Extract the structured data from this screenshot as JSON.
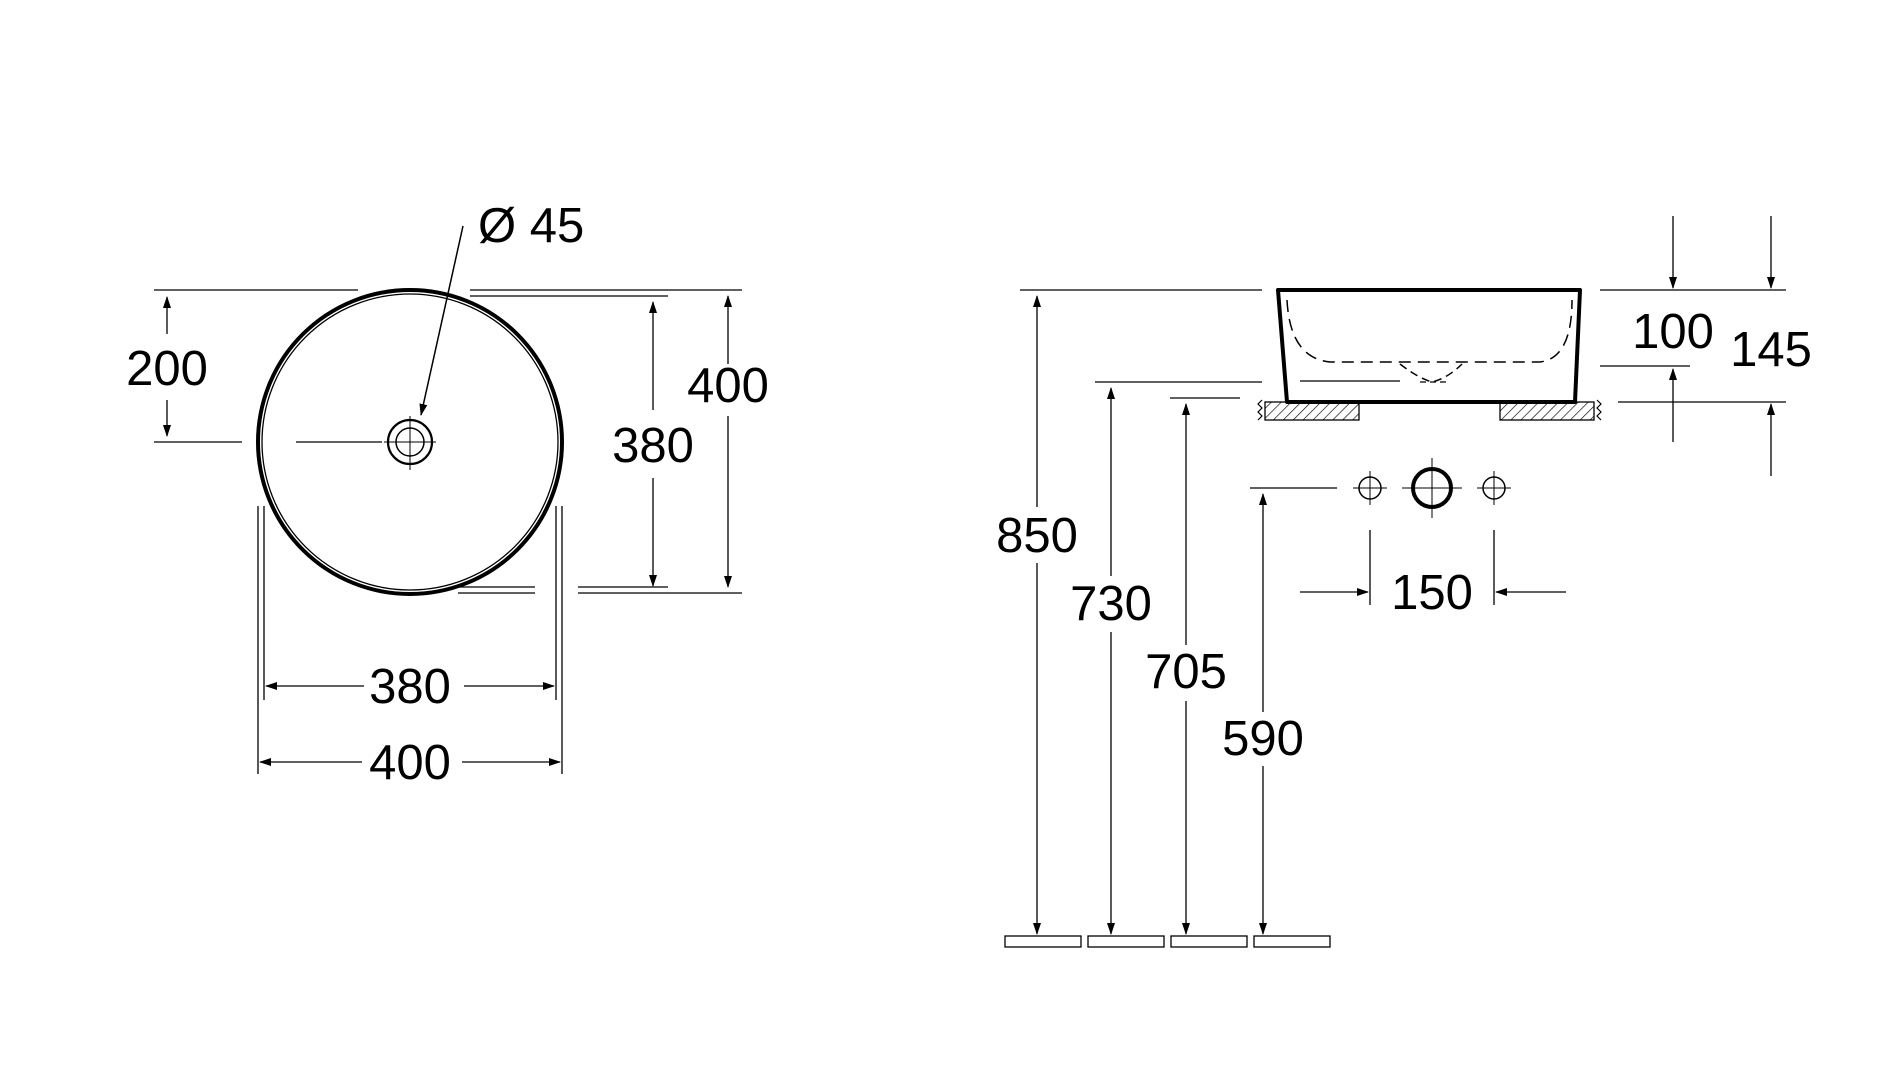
{
  "top_view": {
    "drain_label": "Ø 45",
    "dim_center_height": "200",
    "dim_inner_height": "380",
    "dim_outer_height": "400",
    "dim_inner_width": "380",
    "dim_outer_width": "400"
  },
  "side_view": {
    "dim_top_height": "850",
    "dim_counter_height": "730",
    "dim_support_height": "705",
    "dim_tap_height": "590",
    "dim_tap_spacing": "150",
    "dim_basin_height": "100",
    "dim_total_height": "145"
  },
  "colors": {
    "line": "#000000",
    "background": "#ffffff"
  }
}
